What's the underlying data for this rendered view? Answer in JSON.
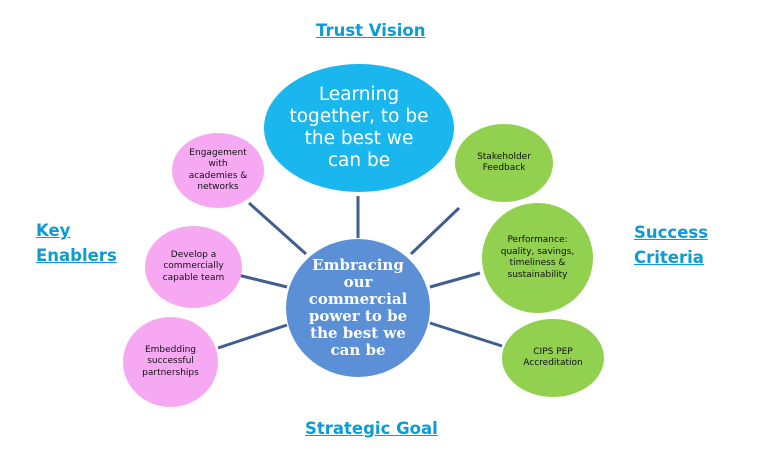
{
  "headings": {
    "trust_vision": "Trust Vision",
    "key_enablers_line1": "Key",
    "key_enablers_line2": "Enablers",
    "success_criteria_line1": "Success",
    "success_criteria_line2": "Criteria",
    "strategic_goal": "Strategic Goal"
  },
  "hub": {
    "label": "Embracing our commercial power to be the best we can be"
  },
  "vision": {
    "label": "Learning together, to be the best we can be"
  },
  "enablers": [
    {
      "label": "Engagement with academies & networks"
    },
    {
      "label": "Develop a commercially capable team"
    },
    {
      "label": "Embedding successful partnerships"
    }
  ],
  "criteria": [
    {
      "label": "Stakeholder Feedback"
    },
    {
      "label": "Performance: quality, savings, timeliness & sustainability"
    },
    {
      "label": "CIPS PEP Accreditation"
    }
  ],
  "colors": {
    "heading": "#0d9bd6",
    "hub_fill": "#5b8fd6",
    "vision_fill": "#19b7ee",
    "enabler_fill": "#f6a9f2",
    "criteria_fill": "#92d050",
    "connector": "#3f5f8f"
  }
}
